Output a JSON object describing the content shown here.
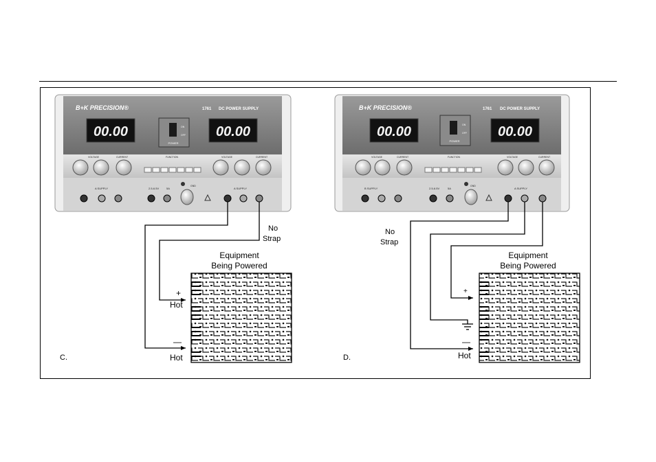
{
  "panel_c": {
    "brand": "B+K PRECISION®",
    "model": "1761",
    "product": "DC POWER SUPPLY",
    "left_display": "00.00",
    "right_display": "00.00",
    "power_label": "POWER",
    "on_label": "ON",
    "off_label": "OFF",
    "knob_voltage": "VOLTAGE",
    "knob_current": "CURRENT",
    "function_label": "FUNCTION",
    "supply_left": "A SUPPLY",
    "supply_mid": "2.5-6.5V",
    "supply_mid_amp": "5A",
    "supply_right": "A SUPPLY",
    "gnd_label": "GND",
    "strap_label_1": "No",
    "strap_label_2": "Strap",
    "equipment_1": "Equipment",
    "equipment_2": "Being Powered",
    "plus_sign": "+",
    "minus_sign": "—",
    "hot_top": "Hot",
    "hot_bottom": "Hot",
    "letter": "C."
  },
  "panel_d": {
    "brand": "B+K PRECISION®",
    "model": "1761",
    "product": "DC POWER SUPPLY",
    "left_display": "00.00",
    "right_display": "00.00",
    "power_label": "POWER",
    "on_label": "ON",
    "off_label": "OFF",
    "knob_voltage": "VOLTAGE",
    "knob_current": "CURRENT",
    "function_label": "FUNCTION",
    "supply_left": "B SUPPLY",
    "supply_mid": "2.5-6.5V",
    "supply_mid_amp": "5A",
    "supply_right": "A SUPPLY",
    "gnd_label": "GND",
    "strap_label_1": "No",
    "strap_label_2": "Strap",
    "equipment_1": "Equipment",
    "equipment_2": "Being Powered",
    "plus_sign": "+",
    "minus_sign": "—",
    "hot_bottom": "Hot",
    "letter": "D."
  },
  "colors": {
    "display_bg": "#111111",
    "segment": "#f2f2f2",
    "panel_dark": "#5a5a5a",
    "panel_light": "#d9d9d9"
  }
}
